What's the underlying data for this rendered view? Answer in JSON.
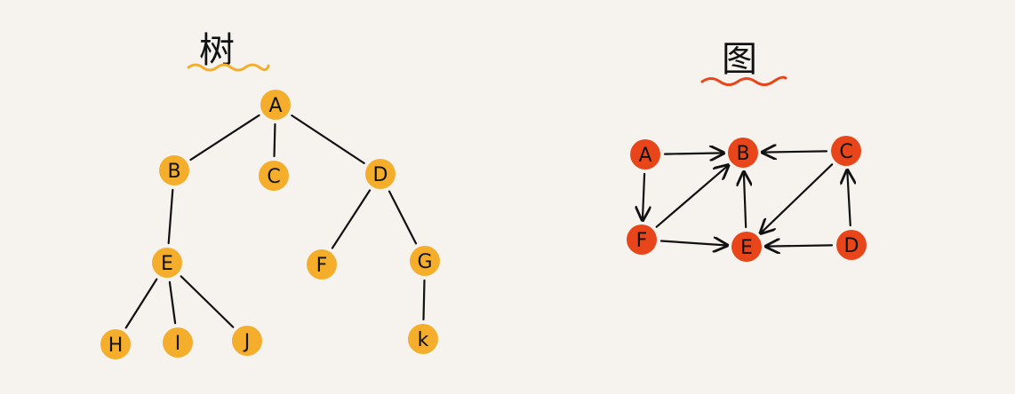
{
  "tree": {
    "title": "树",
    "node_color": "#f4ae2b",
    "underline_color": "#f4ae2b",
    "nodes": [
      {
        "id": "A",
        "label": "A"
      },
      {
        "id": "B",
        "label": "B"
      },
      {
        "id": "C",
        "label": "C"
      },
      {
        "id": "D",
        "label": "D"
      },
      {
        "id": "E",
        "label": "E"
      },
      {
        "id": "F",
        "label": "F"
      },
      {
        "id": "G",
        "label": "G"
      },
      {
        "id": "H",
        "label": "H"
      },
      {
        "id": "I",
        "label": "I"
      },
      {
        "id": "J",
        "label": "J"
      },
      {
        "id": "K",
        "label": "k"
      }
    ],
    "edges": [
      [
        "A",
        "B"
      ],
      [
        "A",
        "C"
      ],
      [
        "A",
        "D"
      ],
      [
        "B",
        "E"
      ],
      [
        "D",
        "F"
      ],
      [
        "D",
        "G"
      ],
      [
        "E",
        "H"
      ],
      [
        "E",
        "I"
      ],
      [
        "E",
        "J"
      ],
      [
        "G",
        "K"
      ]
    ]
  },
  "graph": {
    "title": "图",
    "node_color": "#e8461a",
    "underline_color": "#e8461a",
    "nodes": [
      {
        "id": "A",
        "label": "A"
      },
      {
        "id": "B",
        "label": "B"
      },
      {
        "id": "C",
        "label": "C"
      },
      {
        "id": "D",
        "label": "D"
      },
      {
        "id": "E",
        "label": "E"
      },
      {
        "id": "F",
        "label": "F"
      }
    ],
    "edges": [
      [
        "A",
        "B"
      ],
      [
        "C",
        "B"
      ],
      [
        "A",
        "F"
      ],
      [
        "F",
        "B"
      ],
      [
        "F",
        "E"
      ],
      [
        "E",
        "B"
      ],
      [
        "C",
        "E"
      ],
      [
        "D",
        "E"
      ],
      [
        "D",
        "C"
      ]
    ]
  }
}
